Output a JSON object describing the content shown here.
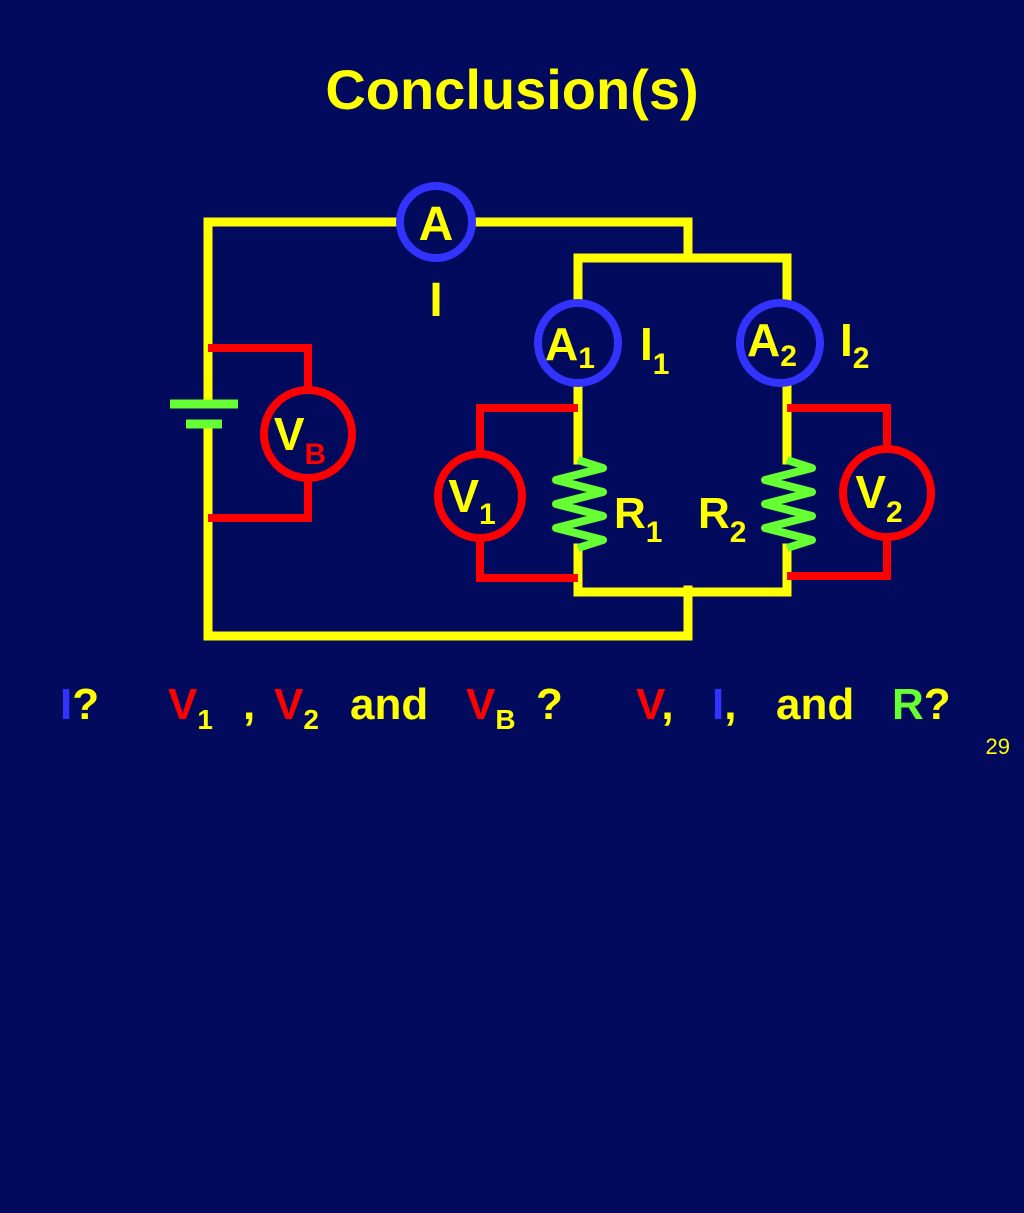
{
  "title": "Conclusion(s)",
  "colors": {
    "background": "#020a5e",
    "wire": "#ffff00",
    "ammeter": "#3333ff",
    "voltmeter": "#ff0000",
    "resistor": "#66ff33",
    "battery": "#66ff33",
    "label_yellow": "#ffff00",
    "label_blue": "#3333ff",
    "label_red": "#ff0000",
    "label_green": "#66ff33"
  },
  "diagram": {
    "ammeter_main": {
      "symbol": "A",
      "current_label": "I"
    },
    "ammeter_1": {
      "symbol": "A",
      "subscript": "1",
      "current_label": "I",
      "current_subscript": "1"
    },
    "ammeter_2": {
      "symbol": "A",
      "subscript": "2",
      "current_label": "I",
      "current_subscript": "2"
    },
    "voltmeter_b": {
      "symbol": "V",
      "subscript": "B"
    },
    "voltmeter_1": {
      "symbol": "V",
      "subscript": "1"
    },
    "voltmeter_2": {
      "symbol": "V",
      "subscript": "2"
    },
    "resistor_1": {
      "symbol": "R",
      "subscript": "1"
    },
    "resistor_2": {
      "symbol": "R",
      "subscript": "2"
    }
  },
  "question": {
    "i_letter": "I",
    "q1": "?",
    "v1_letter": "V",
    "v1_sub": "1",
    "comma1": ",",
    "v2_letter": "V",
    "v2_sub": "2",
    "and1": "and",
    "vb_letter": "V",
    "vb_sub": "B",
    "q2": "?",
    "v_letter": "V",
    "comma2": ",",
    "i_letter2": "I",
    "comma3": ",",
    "and2": "and",
    "r_letter": "R",
    "q3": "?"
  },
  "slide_number": "29"
}
